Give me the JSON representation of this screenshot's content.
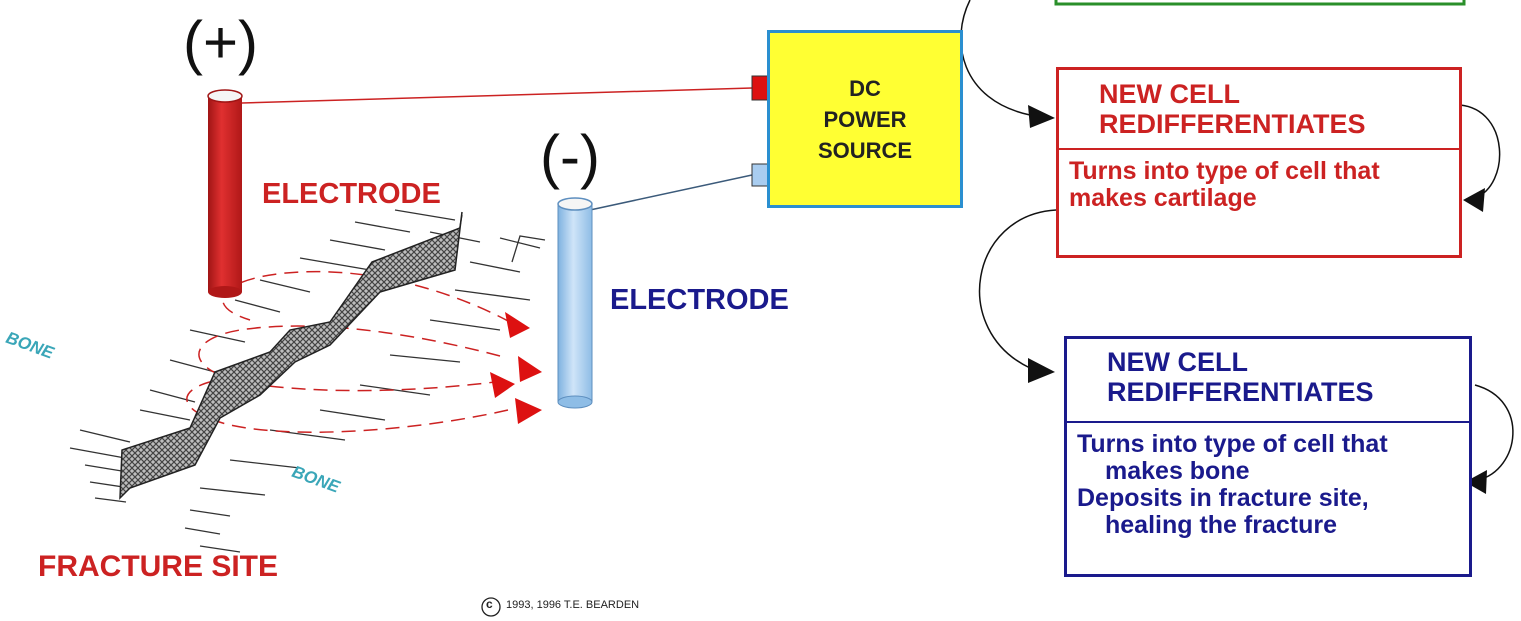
{
  "signs": {
    "positive": "(+)",
    "negative": "(-)"
  },
  "labels": {
    "electrode_positive": "ELECTRODE",
    "electrode_negative": "ELECTRODE",
    "bone_1": "BONE",
    "bone_2": "BONE",
    "fracture_site": "FRACTURE SITE"
  },
  "power_source": {
    "line1": "DC",
    "line2": "POWER",
    "line3": "SOURCE"
  },
  "copyright": {
    "symbol": "c",
    "text": "1993, 1996  T.E. BEARDEN"
  },
  "flow": {
    "box_red": {
      "title_line1": "NEW CELL",
      "title_line2": "REDIFFERENTIATES",
      "body_line1": "Turns into type of cell that",
      "body_line2": "makes cartilage"
    },
    "box_blue": {
      "title_line1": "NEW CELL",
      "title_line2": "REDIFFERENTIATES",
      "body_line1": "Turns into type of cell that",
      "body_line2": "makes bone",
      "body_line3": "Deposits in fracture site,",
      "body_line4": "healing the fracture"
    }
  },
  "colors": {
    "red": "#cc2222",
    "blue_dark": "#1a1a8c",
    "light_blue": "#a9cdf0",
    "yellow": "#ffff33",
    "green": "#2a8f2a",
    "teal": "#3aa6b8"
  }
}
